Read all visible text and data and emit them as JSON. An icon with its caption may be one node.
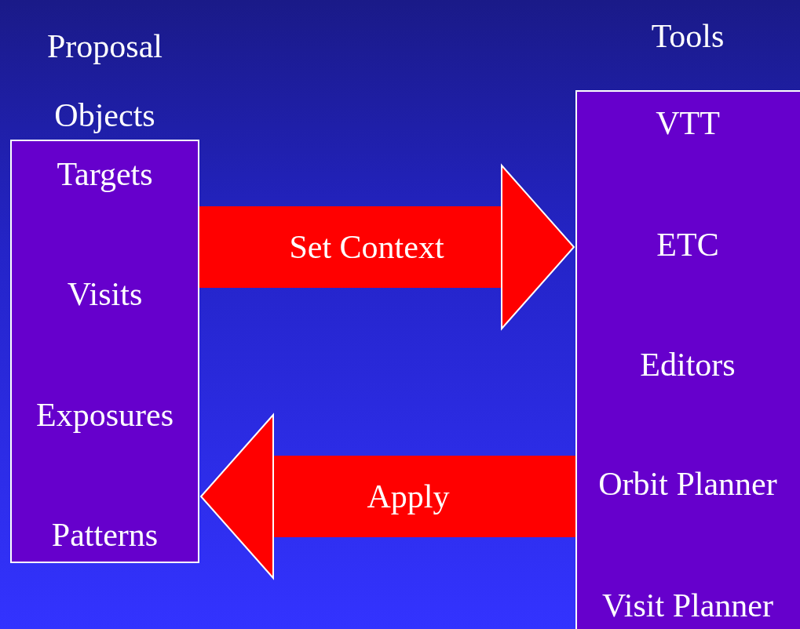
{
  "diagram": {
    "nodes": [
      {
        "text": [
          "Proposal Objects",
          "Targets",
          "Visits",
          "Exposures",
          "Patterns"
        ]
      },
      {
        "text": [
          "Tools",
          "VTT",
          "ETC",
          "Editors",
          "Orbit Planner",
          "Visit Planner"
        ]
      }
    ],
    "edges": [
      {
        "from": 0,
        "to": 1,
        "arrow": "to",
        "label": "Set Context"
      },
      {
        "from": 1,
        "to": 0,
        "arrow": "to",
        "label": "Apply"
      }
    ]
  }
}
